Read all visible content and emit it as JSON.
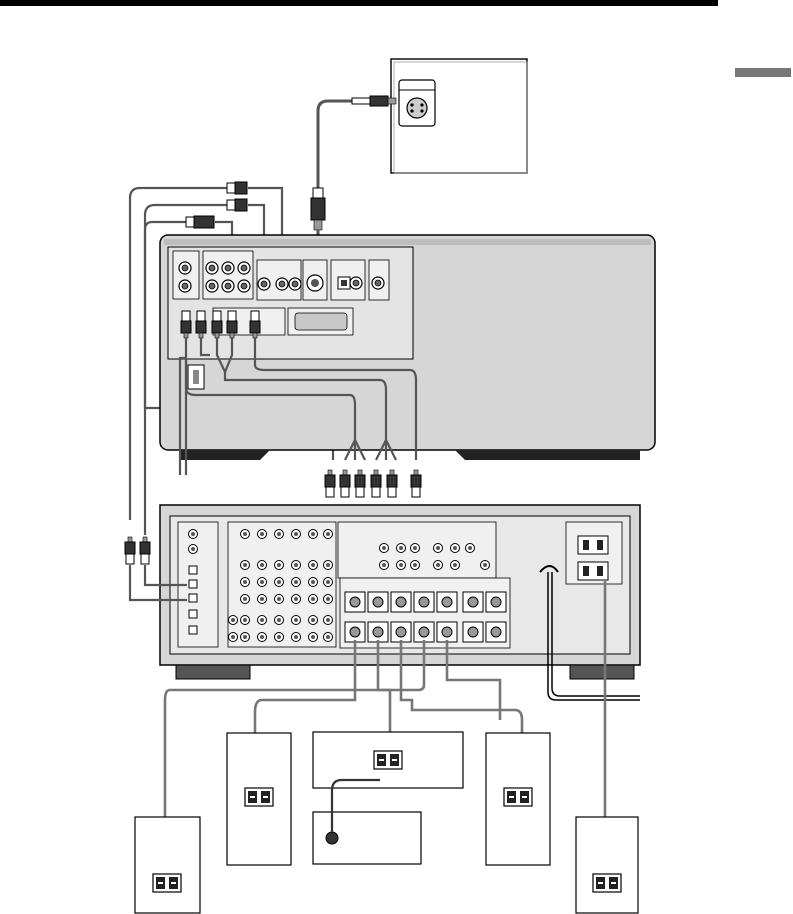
{
  "diagram": {
    "description_text": [],
    "labels": [],
    "colors": {
      "line": "#000000",
      "panel_fill": "#d6d6d6",
      "panel_dark": "#8a8a8a",
      "cable": "#555555",
      "cable_light": "#9a9a9a",
      "device_fill": "#ffffff",
      "header_bar": "#000000",
      "section_tab": "#777777"
    },
    "components": [
      {
        "id": "top-device-box",
        "icon": "s-video-jack-icon"
      },
      {
        "id": "dvd-player-rear-panel",
        "icon": "av-rear-panel-icon"
      },
      {
        "id": "av-receiver-rear-panel",
        "icon": "av-rear-panel-icon"
      },
      {
        "id": "front-left-speaker",
        "icon": "speaker-terminal-icon"
      },
      {
        "id": "center-speaker",
        "icon": "speaker-terminal-icon"
      },
      {
        "id": "front-right-speaker",
        "icon": "speaker-terminal-icon"
      },
      {
        "id": "surround-left-speaker",
        "icon": "speaker-terminal-icon"
      },
      {
        "id": "surround-right-speaker",
        "icon": "speaker-terminal-icon"
      },
      {
        "id": "subwoofer",
        "icon": "rca-jack-icon"
      }
    ]
  }
}
